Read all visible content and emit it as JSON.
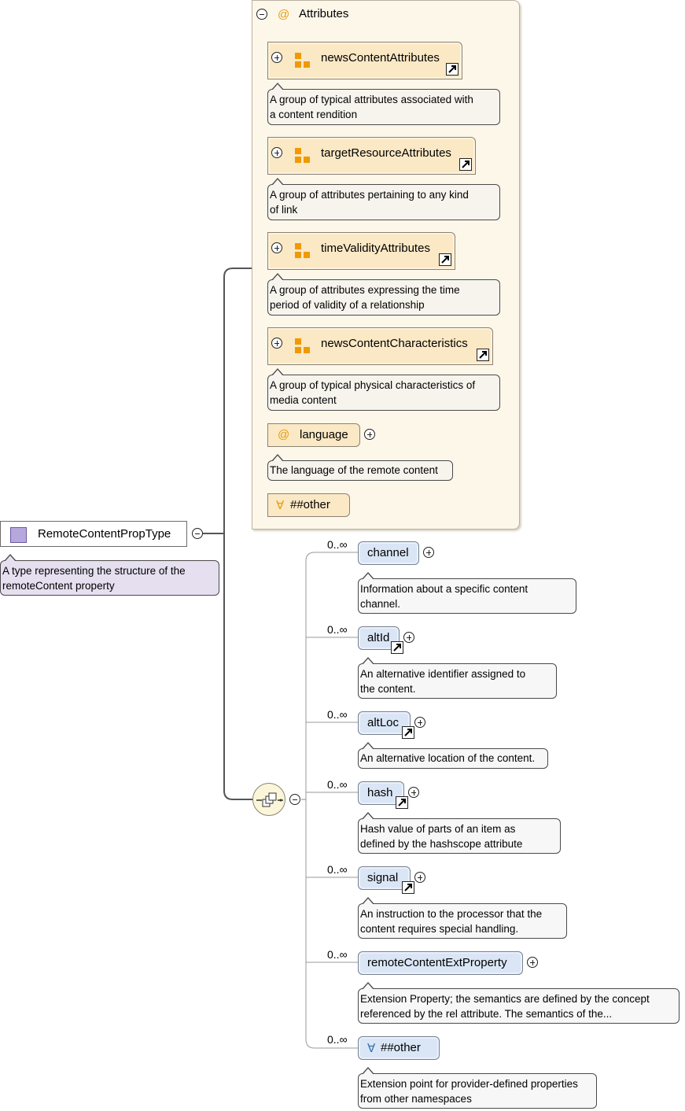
{
  "type": {
    "name": "RemoteContentPropType",
    "description_lines": [
      "A type representing the structure of the",
      "remoteContent property"
    ]
  },
  "attributes": {
    "title": "Attributes",
    "at_symbol": "@",
    "groups": [
      {
        "name": "newsContentAttributes",
        "description_lines": [
          "A group of typical attributes associated with",
          "a content rendition"
        ]
      },
      {
        "name": "targetResourceAttributes",
        "description_lines": [
          "A group of attributes pertaining to any kind",
          "of link"
        ]
      },
      {
        "name": "timeValidityAttributes",
        "description_lines": [
          "A group of attributes expressing the time",
          "period of validity of a relationship"
        ]
      },
      {
        "name": "newsContentCharacteristics",
        "description_lines": [
          "A group of typical physical characteristics of",
          "media content"
        ]
      }
    ],
    "language": {
      "name": "language",
      "description": "The language of the remote content"
    },
    "other": {
      "name": "##other",
      "symbol": "∀"
    }
  },
  "elements": [
    {
      "cardinality": "0..∞",
      "name": "channel",
      "description_lines": [
        "Information about a specific content",
        "channel."
      ]
    },
    {
      "cardinality": "0..∞",
      "name": "altId",
      "description_lines": [
        "An alternative identifier assigned to",
        "the content."
      ]
    },
    {
      "cardinality": "0..∞",
      "name": "altLoc",
      "description_lines": [
        "An alternative location of the content."
      ]
    },
    {
      "cardinality": "0..∞",
      "name": "hash",
      "description_lines": [
        "Hash value of parts of an item as",
        "defined by the hashscope attribute"
      ]
    },
    {
      "cardinality": "0..∞",
      "name": "signal",
      "description_lines": [
        "An instruction to the processor that the",
        "content requires special handling."
      ]
    },
    {
      "cardinality": "0..∞",
      "name": "remoteContentExtProperty",
      "description_lines": [
        "Extension Property; the semantics are defined by the concept",
        "referenced by the rel attribute. The semantics of the..."
      ]
    },
    {
      "cardinality": "0..∞",
      "name": "##other",
      "symbol": "∀",
      "description_lines": [
        "Extension point for provider-defined properties",
        "from other namespaces"
      ]
    }
  ],
  "colors": {
    "attr_fill": "#fbe8c5",
    "element_fill": "#dae6f6",
    "type_icon": "#b6a8dc",
    "group_icon": "#ee9a00"
  }
}
